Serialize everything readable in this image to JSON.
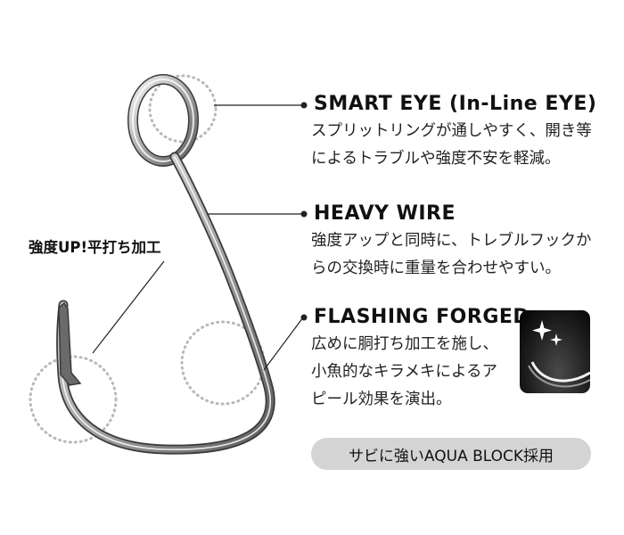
{
  "features": [
    {
      "title": "SMART EYE (In-Line EYE)",
      "desc": [
        "スプリットリングが通しやすく、開き等",
        "によるトラブルや強度不安を軽減。"
      ]
    },
    {
      "title": "HEAVY WIRE",
      "desc": [
        "強度アップと同時に、トレブルフックか",
        "らの交換時に重量を合わせやすい。"
      ]
    },
    {
      "title": "FLASHING FORGED",
      "desc": [
        "広めに胴打ち加工を施し、",
        "小魚的なキラメキによるア",
        "ピール効果を演出。"
      ]
    }
  ],
  "left_label": "強度UP!平打ち加工",
  "badge": "サビに強いAQUA BLOCK採用"
}
